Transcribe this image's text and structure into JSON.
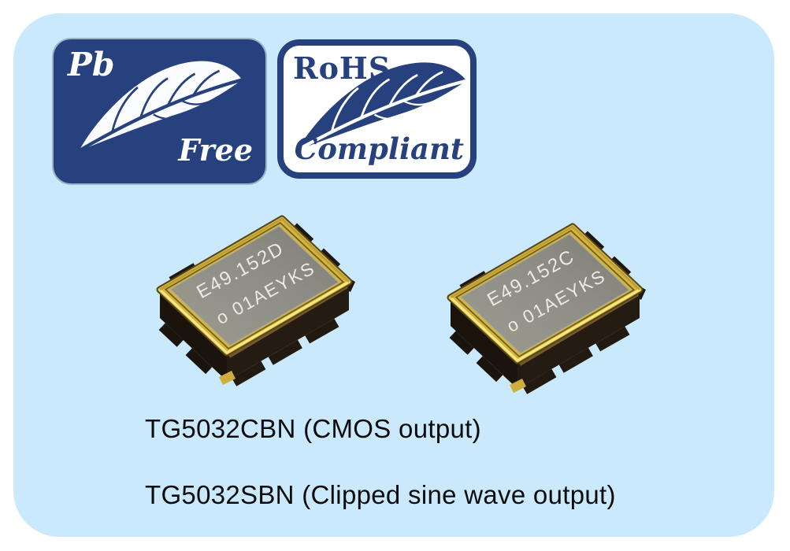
{
  "panel": {
    "bg": "#cbe9fc"
  },
  "badges": {
    "pb_free": {
      "text_top": "Pb",
      "text_bottom": "Free",
      "bg": "#26417e",
      "fg": "#ffffff"
    },
    "rohs": {
      "text_top": "RoHS",
      "text_bottom": "Compliant",
      "color": "#26417e"
    }
  },
  "oscillators": [
    {
      "marking_line1": "E49.152D",
      "marking_line2": "o 01AEYKS"
    },
    {
      "marking_line1": "E49.152C",
      "marking_line2": "o 01AEYKS"
    }
  ],
  "captions": [
    "TG5032CBN (CMOS output)",
    "TG5032SBN (Clipped sine wave output)"
  ],
  "colors": {
    "navy": "#26417e",
    "gold": "#d2b544",
    "lid_gray": "#8d8d84",
    "body_black": "#1a140d",
    "marking_text": "#eceae2"
  }
}
